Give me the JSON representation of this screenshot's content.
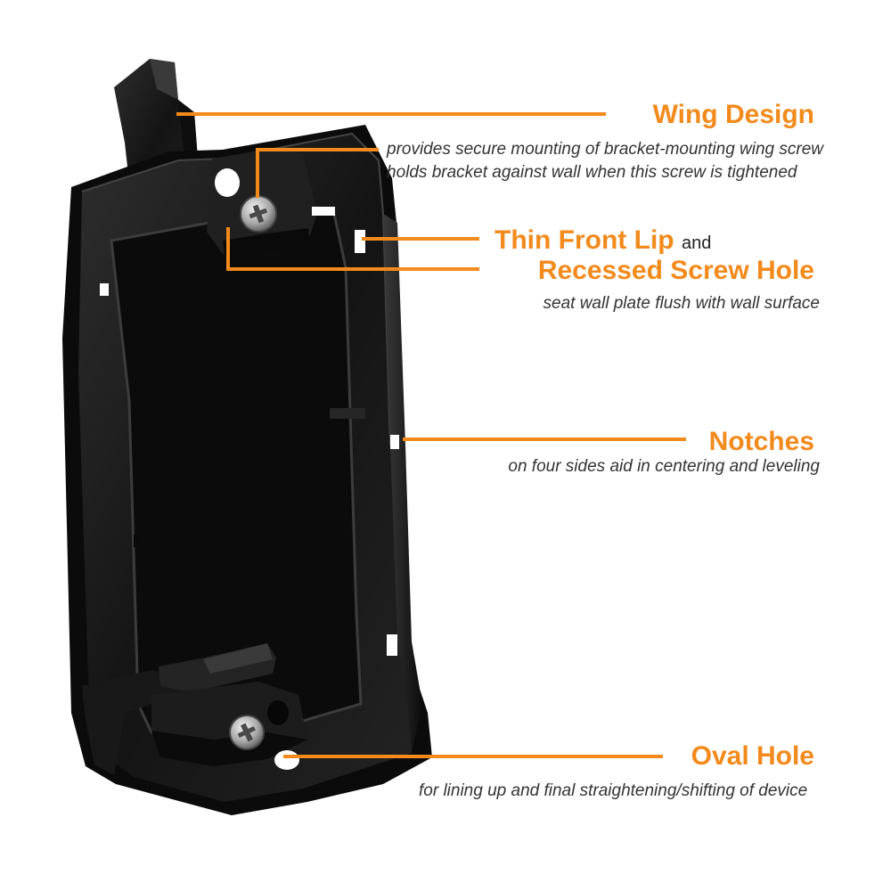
{
  "callouts": {
    "wing_design": {
      "title": "Wing Design",
      "description": "provides secure mounting of bracket-mounting wing screw holds bracket against wall when this screw is tightened"
    },
    "front_lip": {
      "title": "Thin Front Lip",
      "connector": "and",
      "title2": "Recessed Screw Hole",
      "description": "seat wall plate flush with wall surface"
    },
    "notches": {
      "title": "Notches",
      "description": "on four sides aid in centering and leveling"
    },
    "oval_hole": {
      "title": "Oval Hole",
      "description": "for lining up and final straightening/shifting of device"
    }
  },
  "colors": {
    "accent": "#f28a1c",
    "bracket": "#1a1a1a",
    "background": "#ffffff"
  },
  "icons": [
    "screw-icon"
  ]
}
